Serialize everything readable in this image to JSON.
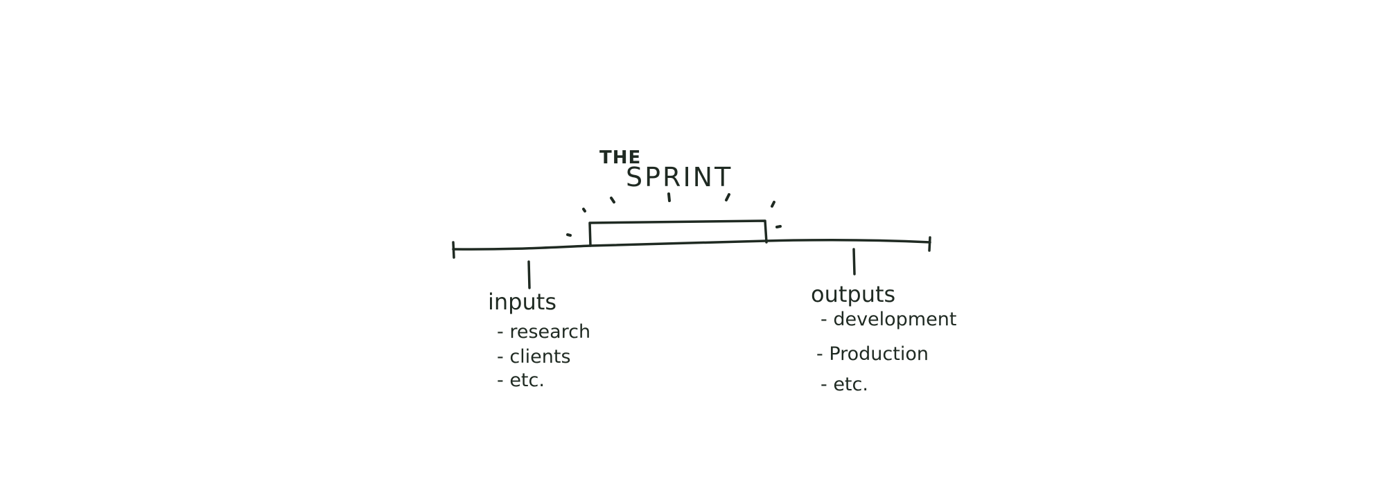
{
  "diagram": {
    "title": {
      "prefix": "THE",
      "main": "SPRINT"
    },
    "inputs": {
      "heading": "inputs",
      "items": [
        "- research",
        "- clients",
        "- etc."
      ]
    },
    "outputs": {
      "heading": "outputs",
      "items": [
        "- development",
        "- Production",
        "- etc."
      ]
    },
    "ink_color": "#1f2a22",
    "background_color": "#ffffff"
  }
}
